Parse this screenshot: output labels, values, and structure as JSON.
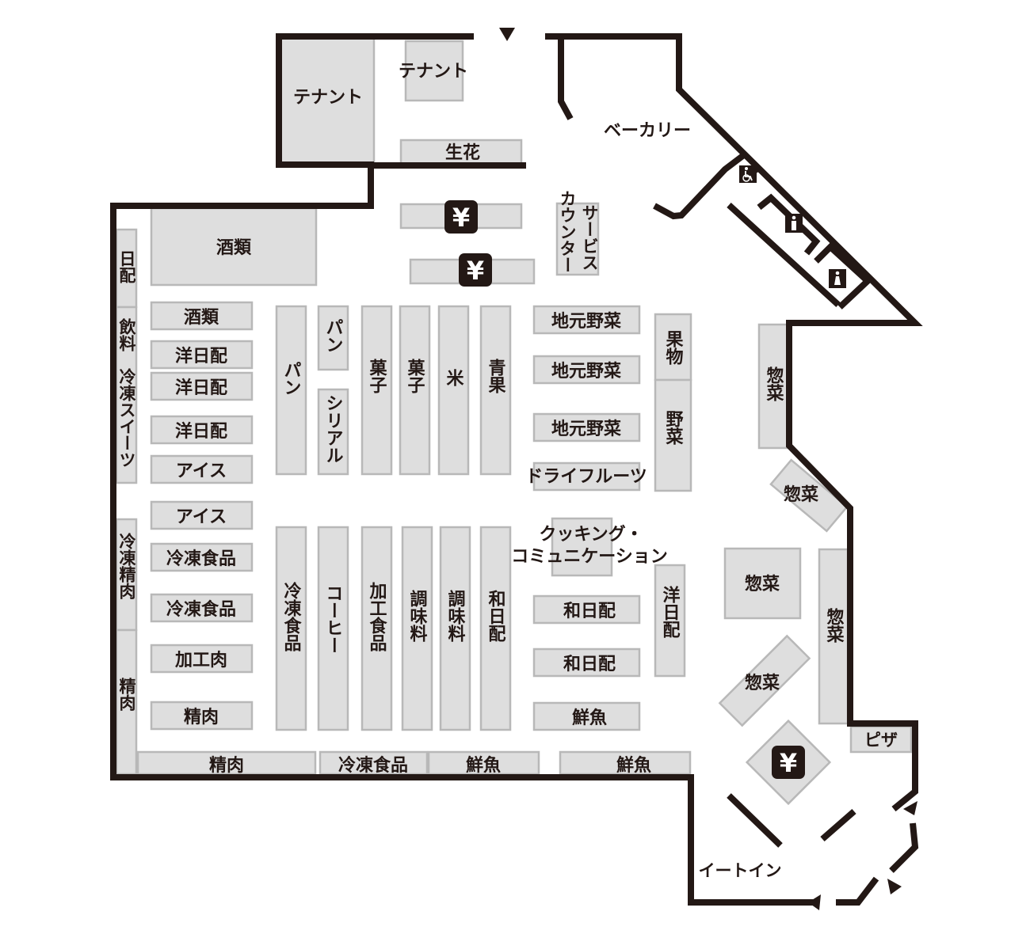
{
  "areas": {
    "tenant_left": "テナント",
    "tenant_top": "テナント",
    "flowers": "生花",
    "bakery": "ベーカリー",
    "service_counter_1": "サービス",
    "service_counter_2": "カウンター",
    "eat_in": "イートイン",
    "pizza": "ピザ",
    "cooking_1": "クッキング・",
    "cooking_2": "コミュニケーション"
  },
  "wall_left": {
    "daily": "日配",
    "drinks": "飲料",
    "frozen_sweets": "冷凍スイーツ",
    "frozen_meat": "冷凍精肉",
    "meat": "精肉"
  },
  "left_row": {
    "liquor_big": "酒類",
    "liquor": "酒類",
    "western_daily_1": "洋日配",
    "western_daily_2": "洋日配",
    "western_daily_3": "洋日配",
    "ice_1": "アイス",
    "ice_2": "アイス",
    "frozen_food_1": "冷凍食品",
    "frozen_food_2": "冷凍食品",
    "processed_meat": "加工肉",
    "meat": "精肉"
  },
  "aisles_top": {
    "bread_1": "パン",
    "bread_2": "パン",
    "cereal": "シリアル",
    "snacks_1": "菓子",
    "snacks_2": "菓子",
    "rice": "米",
    "produce": "青果"
  },
  "aisles_bottom": {
    "frozen_food": "冷凍食品",
    "coffee": "コーヒー",
    "processed_food": "加工食品",
    "seasoning_1": "調味料",
    "seasoning_2": "調味料",
    "japanese_daily": "和日配"
  },
  "right_shelves": {
    "local_veg_1": "地元野菜",
    "local_veg_2": "地元野菜",
    "local_veg_3": "地元野菜",
    "dried_fruit": "ドライフルーツ",
    "fruit": "果物",
    "vegetables": "野菜",
    "western_daily": "洋日配",
    "japanese_daily_1": "和日配",
    "japanese_daily_2": "和日配",
    "fish": "鮮魚"
  },
  "bottom_wall": {
    "meat": "精肉",
    "frozen_food": "冷凍食品",
    "fish_1": "鮮魚",
    "fish_2": "鮮魚"
  },
  "deli": {
    "deli_1": "惣菜",
    "deli_2": "惣菜",
    "deli_3": "惣菜",
    "deli_4": "惣菜",
    "deli_5": "惣菜"
  },
  "registers": {
    "symbol": "¥"
  },
  "icons": {
    "wheelchair": "wheelchair-icon",
    "restroom_male": "male-restroom-icon",
    "restroom_female": "female-restroom-icon",
    "entrance": "entrance-arrow-icon"
  },
  "colors": {
    "wall": "#231815",
    "shelf_fill": "#dedede",
    "shelf_stroke": "#b8b8b8"
  }
}
